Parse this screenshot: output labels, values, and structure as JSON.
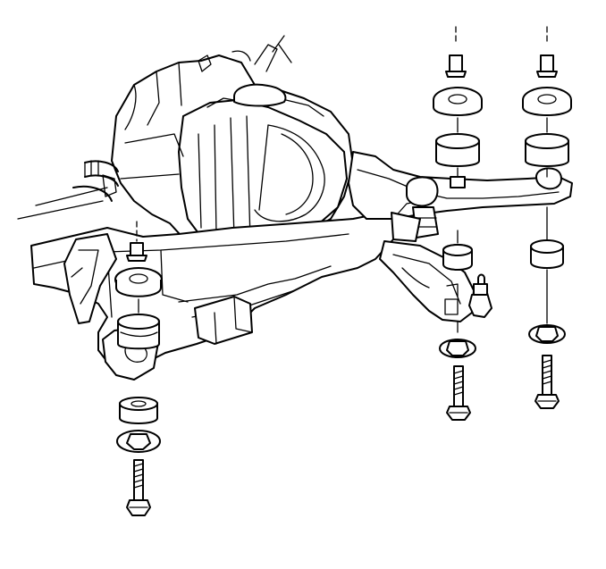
{
  "diagram": {
    "type": "exploded-view line illustration",
    "colors": {
      "line": "#000000",
      "background": "#ffffff"
    },
    "parts": {
      "engine": "engine-transmission-assembly-outline",
      "subframe": "front-subframe-crossmember",
      "control_arm": "lower-control-arm",
      "ball_joint": "ball-joint",
      "mount_stacks": [
        "left-front-mount-stack",
        "right-front-mount-stack",
        "right-rear-mount-stack",
        "far-right-mount-stack"
      ],
      "stack_components": [
        "retainer",
        "upper-insulator",
        "spacer",
        "lower-insulator",
        "washer",
        "bolt"
      ]
    }
  }
}
